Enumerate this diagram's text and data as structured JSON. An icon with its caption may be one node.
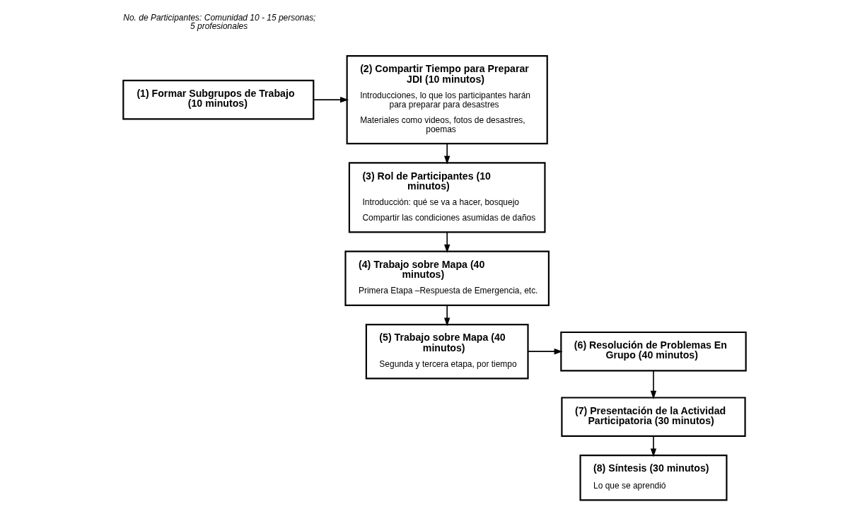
{
  "diagram": {
    "nodes": [
      {
        "text": [
          "(1) Formar Subgrupos de Trabajo (10 minutos)"
        ]
      },
      {
        "text": [
          "(2) Compartir Tiempo para Preparar JDI (10 minutos)",
          "Introducciones, lo que los participantes harán para preparar para desastres",
          "Materiales como videos, fotos de desastres, poemas"
        ]
      },
      {
        "text": [
          "(3) Rol de Participantes (10 minutos)",
          "Introducción: qué se va a hacer, bosquejo",
          "Compartir las condiciones asumidas de daños"
        ]
      },
      {
        "text": [
          "(4) Trabajo sobre Mapa (40 minutos)",
          "Primera Etapa –Respuesta de Emergencia, etc."
        ]
      },
      {
        "text": [
          "(5) Trabajo sobre Mapa (40 minutos)",
          "Segunda y tercera etapa, por tiempo"
        ]
      },
      {
        "text": [
          "(6) Resolución de Problemas En Grupo (40 minutos)"
        ]
      },
      {
        "text": [
          "(7) Presentación de la Actividad Participatoria (30 minutos)"
        ]
      },
      {
        "text": [
          "(8) Síntesis (30 minutos)",
          "Lo que se aprendió"
        ]
      }
    ],
    "edges": [
      {
        "from": 0,
        "to": 1,
        "arrow": "to"
      },
      {
        "from": 1,
        "to": 2,
        "arrow": "to"
      },
      {
        "from": 2,
        "to": 3,
        "arrow": "to"
      },
      {
        "from": 3,
        "to": 4,
        "arrow": "to"
      },
      {
        "from": 4,
        "to": 5,
        "arrow": "to"
      },
      {
        "from": 5,
        "to": 6,
        "arrow": "to"
      },
      {
        "from": 6,
        "to": 7,
        "arrow": "to"
      }
    ],
    "labels": [
      "No. de Participantes: Comunidad 10 - 15 personas; 5 profesionales"
    ]
  }
}
